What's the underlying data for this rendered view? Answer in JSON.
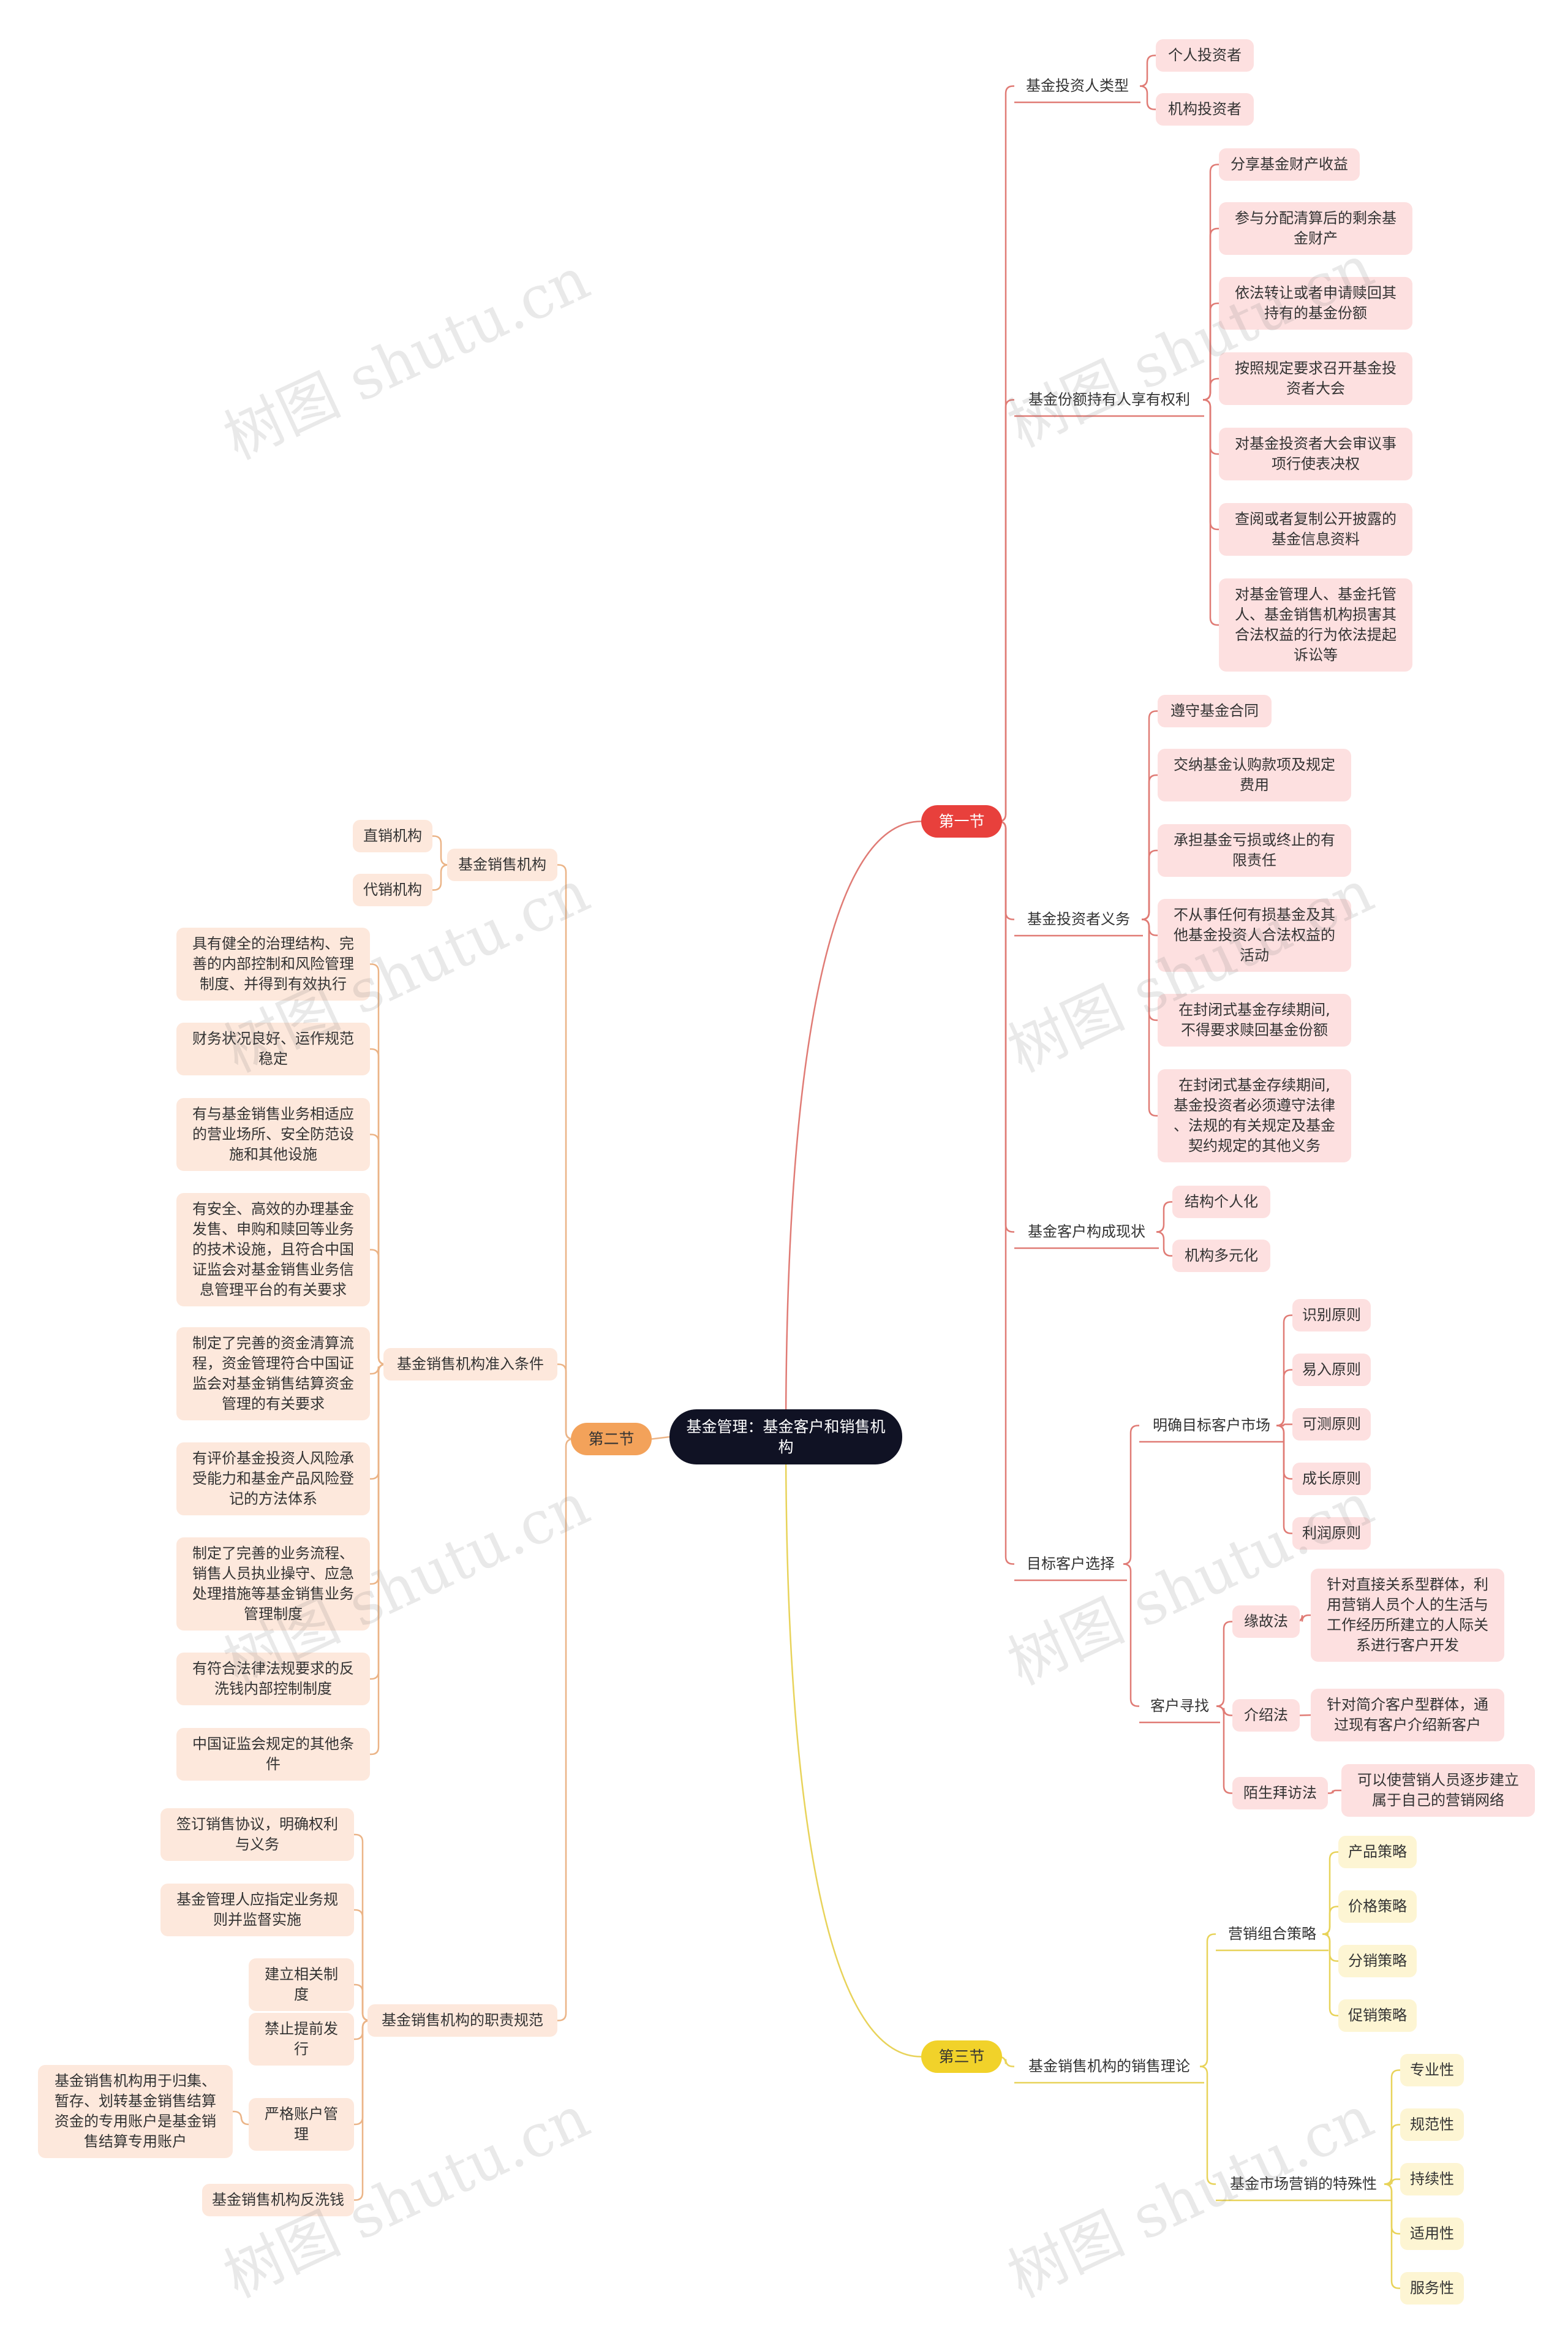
{
  "root": {
    "label": "基金管理：基金客户和销售机构"
  },
  "watermark": "树图 shutu.cn",
  "sections": {
    "s1": {
      "label": "第一节",
      "color": "#e8403c"
    },
    "s2": {
      "label": "第二节",
      "color": "#f3a25a"
    },
    "s3": {
      "label": "第三节",
      "color": "#f1d22a"
    }
  },
  "s1": {
    "investor_types": {
      "label": "基金投资人类型",
      "items": [
        "个人投资者",
        "机构投资者"
      ]
    },
    "rights": {
      "label": "基金份额持有人享有权利",
      "items": [
        "分享基金财产收益",
        "参与分配清算后的剩余基\n金财产",
        "依法转让或者申请赎回其\n持有的基金份额",
        "按照规定要求召开基金投\n资者大会",
        "对基金投资者大会审议事\n项行使表决权",
        "查阅或者复制公开披露的\n基金信息资料",
        "对基金管理人、基金托管\n人、基金销售机构损害其\n合法权益的行为依法提起\n诉讼等"
      ]
    },
    "duties": {
      "label": "基金投资者义务",
      "items": [
        "遵守基金合同",
        "交纳基金认购款项及规定\n费用",
        "承担基金亏损或终止的有\n限责任",
        "不从事任何有损基金及其\n他基金投资人合法权益的\n活动",
        "在封闭式基金存续期间,\n不得要求赎回基金份额",
        "在封闭式基金存续期间,\n基金投资者必须遵守法律\n、法规的有关规定及基金\n契约规定的其他义务"
      ]
    },
    "status": {
      "label": "基金客户构成现状",
      "items": [
        "结构个人化",
        "机构多元化"
      ]
    },
    "target": {
      "label": "目标客户选择",
      "market": {
        "label": "明确目标客户市场",
        "items": [
          "识别原则",
          "易入原则",
          "可测原则",
          "成长原则",
          "利润原则"
        ]
      },
      "seek": {
        "label": "客户寻找",
        "items": [
          {
            "label": "缘故法",
            "desc": "针对直接关系型群体，利\n用营销人员个人的生活与\n工作经历所建立的人际关\n系进行客户开发"
          },
          {
            "label": "介绍法",
            "desc": "针对简介客户型群体，通\n过现有客户介绍新客户"
          },
          {
            "label": "陌生拜访法",
            "desc": "可以使营销人员逐步建立\n属于自己的营销网络"
          }
        ]
      }
    }
  },
  "s2": {
    "org": {
      "label": "基金销售机构",
      "items": [
        "直销机构",
        "代销机构"
      ]
    },
    "entry": {
      "label": "基金销售机构准入条件",
      "items": [
        "具有健全的治理结构、完\n善的内部控制和风险管理\n制度、并得到有效执行",
        "财务状况良好、运作规范\n稳定",
        "有与基金销售业务相适应\n的营业场所、安全防范设\n施和其他设施",
        "有安全、高效的办理基金\n发售、申购和赎回等业务\n的技术设施，且符合中国\n证监会对基金销售业务信\n息管理平台的有关要求",
        "制定了完善的资金清算流\n程，资金管理符合中国证\n监会对基金销售结算资金\n管理的有关要求",
        "有评价基金投资人风险承\n受能力和基金产品风险登\n记的方法体系",
        "制定了完善的业务流程、\n销售人员执业操守、应急\n处理措施等基金销售业务\n管理制度",
        "有符合法律法规要求的反\n洗钱内部控制制度",
        "中国证监会规定的其他条\n件"
      ]
    },
    "duty": {
      "label": "基金销售机构的职责规范",
      "items": [
        "签订销售协议，明确权利\n与义务",
        "基金管理人应指定业务规\n则并监督实施",
        "建立相关制度",
        "禁止提前发行",
        "严格账户管理",
        "基金销售机构反洗钱"
      ],
      "account_desc": "基金销售机构用于归集、\n暂存、划转基金销售结算\n资金的专用账户是基金销\n售结算专用账户"
    }
  },
  "s3": {
    "theory": {
      "label": "基金销售机构的销售理论",
      "mix": {
        "label": "营销组合策略",
        "items": [
          "产品策略",
          "价格策略",
          "分销策略",
          "促销策略"
        ]
      },
      "special": {
        "label": "基金市场营销的特殊性",
        "items": [
          "专业性",
          "规范性",
          "持续性",
          "适用性",
          "服务性"
        ]
      }
    }
  }
}
